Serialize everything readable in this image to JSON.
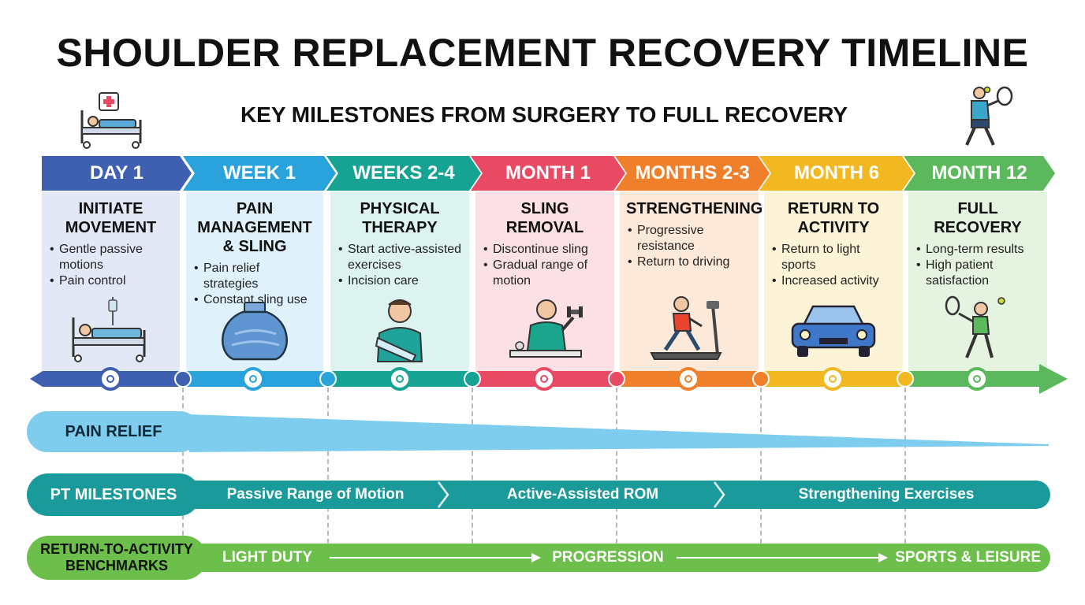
{
  "title": "SHOULDER REPLACEMENT RECOVERY TIMELINE",
  "subtitle": "KEY MILESTONES FROM SURGERY TO FULL RECOVERY",
  "phases": [
    {
      "label": "DAY 1",
      "color": "#3f5fb0",
      "card_bg": "#e3e8f6",
      "title": "INITIATE MOVEMENT",
      "bullets": [
        "Gentle passive motions",
        "Pain control"
      ],
      "icon": "hospital-bed-icon"
    },
    {
      "label": "WEEK 1",
      "color": "#2aa3dc",
      "card_bg": "#dff1fb",
      "title": "PAIN MANAGEMENT & SLING",
      "bullets": [
        "Pain relief strategies",
        "Constant sling use"
      ],
      "icon": "ice-pack-icon"
    },
    {
      "label": "WEEKS 2-4",
      "color": "#16a393",
      "card_bg": "#dcf3ef",
      "title": "PHYSICAL THERAPY",
      "bullets": [
        "Start active-assisted exercises",
        "Incision care"
      ],
      "icon": "patient-with-sling-icon"
    },
    {
      "label": "MONTH 1",
      "color": "#e94a63",
      "card_bg": "#fbe1e5",
      "title": "SLING REMOVAL",
      "bullets": [
        "Discontinue sling",
        "Gradual range of motion"
      ],
      "icon": "dumbbell-exercise-icon"
    },
    {
      "label": "MONTHS 2-3",
      "color": "#f07f2b",
      "card_bg": "#fde9d9",
      "title": "STRENGTHENING",
      "bullets": [
        "Progressive resistance",
        "Return to driving"
      ],
      "icon": "treadmill-icon"
    },
    {
      "label": "MONTH 6",
      "color": "#f2b822",
      "card_bg": "#fdf3d6",
      "title": "RETURN TO ACTIVITY",
      "bullets": [
        "Return to light sports",
        "Increased activity"
      ],
      "icon": "car-icon"
    },
    {
      "label": "MONTH 12",
      "color": "#5cb85c",
      "card_bg": "#e5f4e0",
      "title": "FULL RECOVERY",
      "bullets": [
        "Long-term results",
        "High patient satisfaction"
      ],
      "icon": "tennis-player-icon"
    }
  ],
  "tracks": {
    "pain_relief": {
      "label": "PAIN RELIEF",
      "color": "#7fcdee"
    },
    "pt_milestones": {
      "label": "PT MILESTONES",
      "color": "#1a9a9a",
      "stages": [
        "Passive Range of Motion",
        "Active-Assisted ROM",
        "Strengthening Exercises"
      ]
    },
    "return_to_activity": {
      "label": "RETURN-TO-ACTIVITY BENCHMARKS",
      "color": "#6cbf4a",
      "stages": [
        "LIGHT DUTY",
        "PROGRESSION",
        "SPORTS & LEISURE"
      ]
    }
  }
}
